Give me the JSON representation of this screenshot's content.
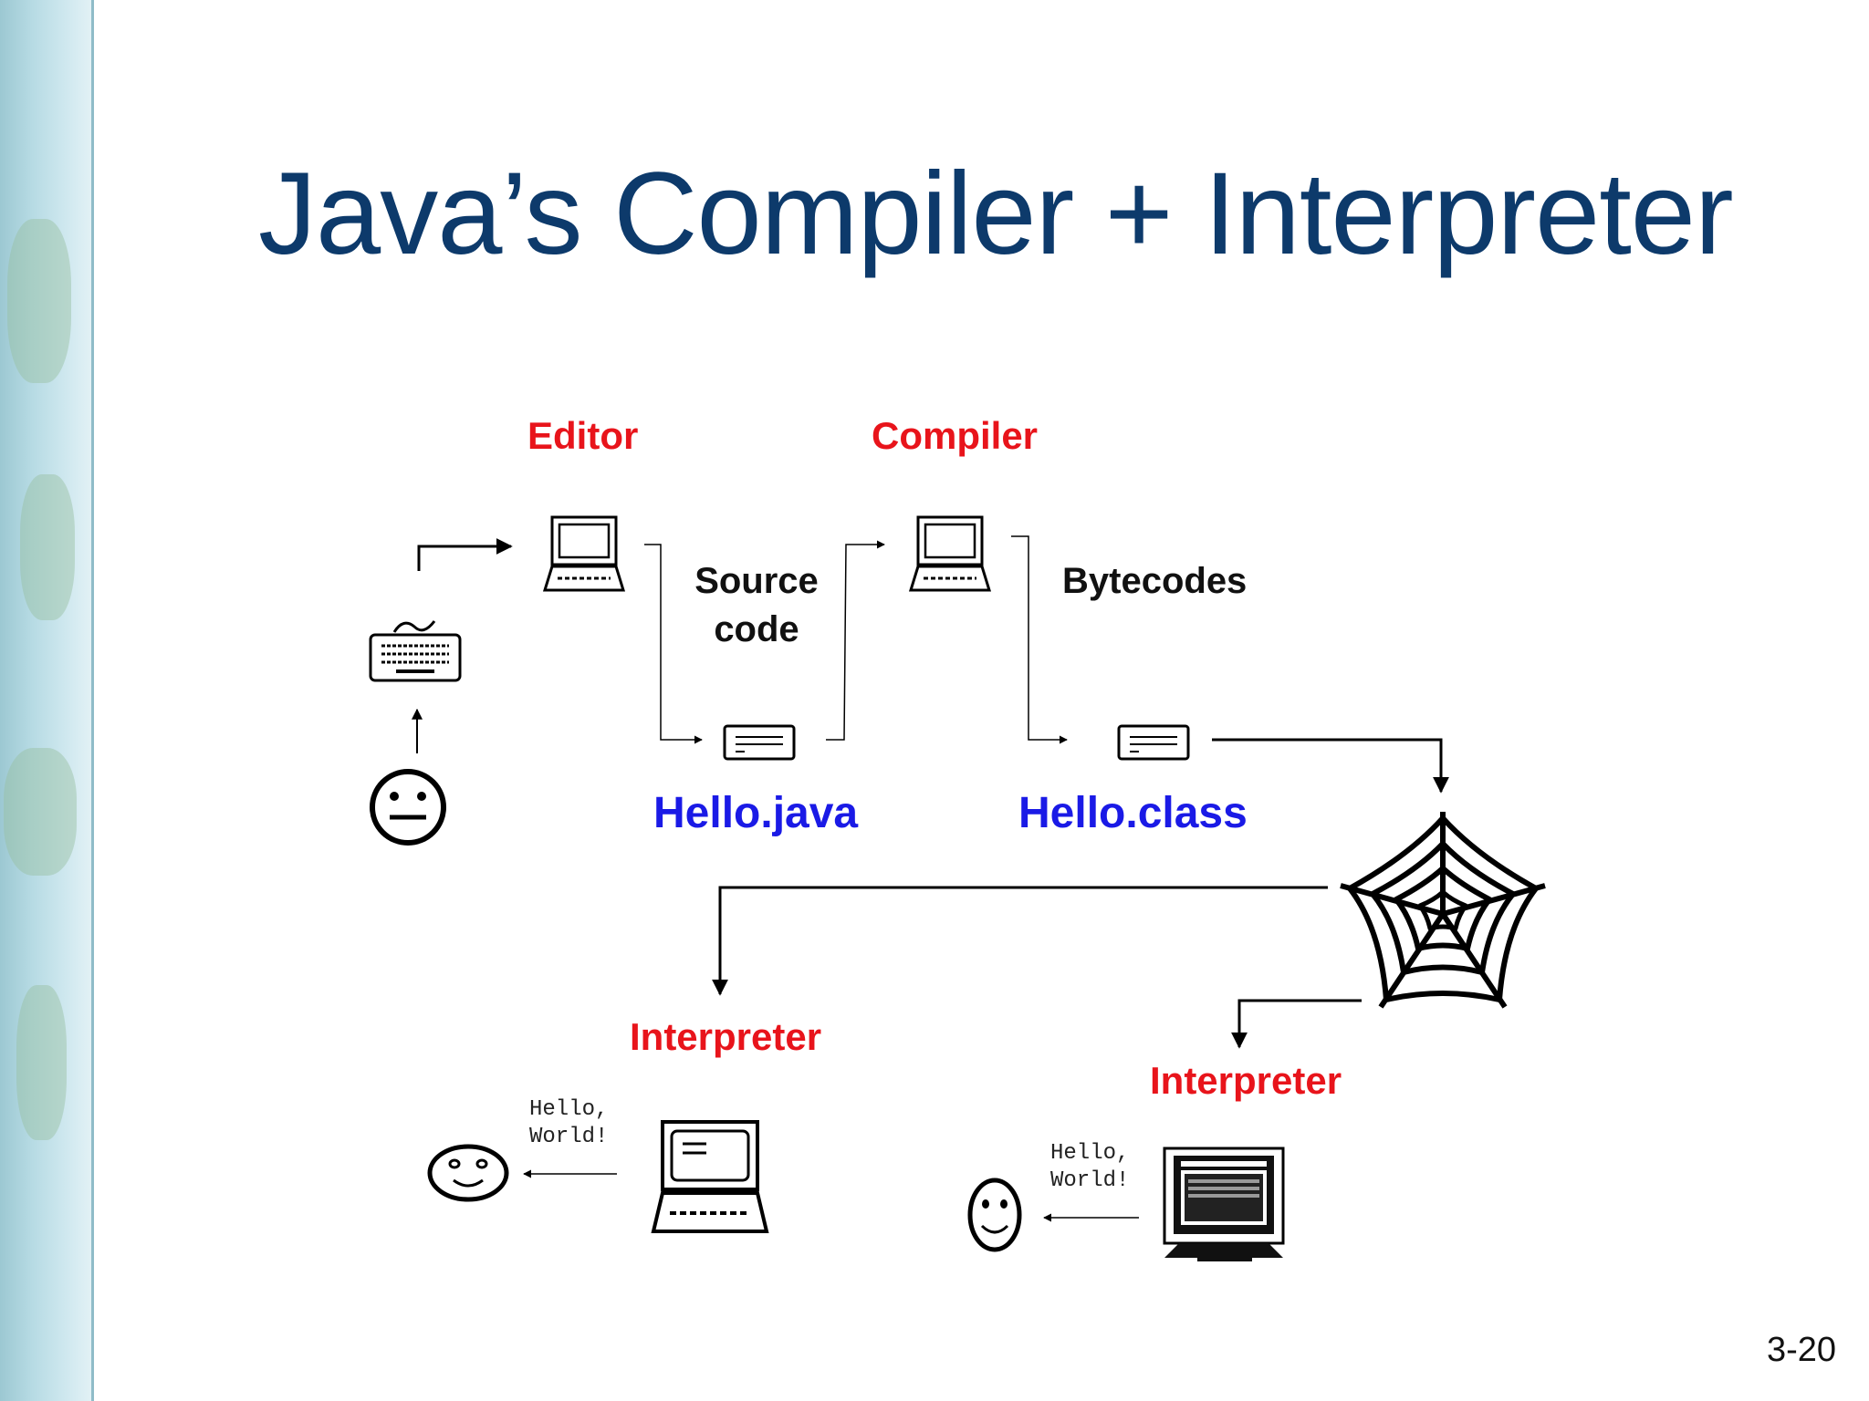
{
  "slide": {
    "title": "Java’s Compiler + Interpreter",
    "page_number": "3-20"
  },
  "labels": {
    "editor": "Editor",
    "compiler": "Compiler",
    "source_code_line1": "Source",
    "source_code_line2": "code",
    "bytecodes": "Bytecodes",
    "source_file": "Hello.java",
    "class_file": "Hello.class",
    "interpreter_left": "Interpreter",
    "interpreter_right": "Interpreter",
    "output_left_line1": "Hello,",
    "output_left_line2": "World!",
    "output_right_line1": "Hello,",
    "output_right_line2": "World!"
  },
  "icons": [
    "neutral-face-icon",
    "keyboard-icon",
    "laptop-icon",
    "document-icon",
    "spider-web-icon",
    "smiley-face-icon",
    "monitor-icon"
  ],
  "colors": {
    "title": "#0d3a6b",
    "role_label": "#e8141b",
    "file_label": "#1a1ae6"
  }
}
